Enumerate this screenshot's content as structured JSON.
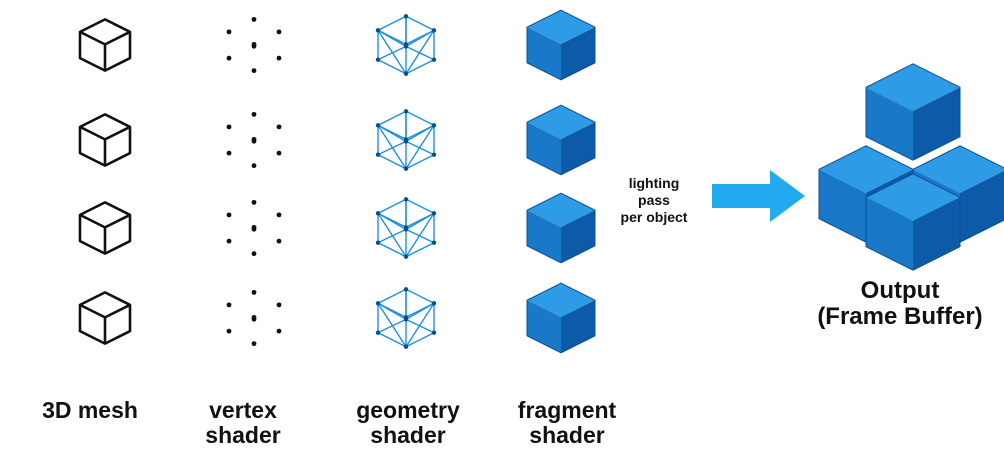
{
  "stages": [
    {
      "key": "mesh",
      "label": "3D mesh"
    },
    {
      "key": "vertex",
      "label": "vertex\nshader"
    },
    {
      "key": "geometry",
      "label": "geometry\nshader"
    },
    {
      "key": "fragment",
      "label": "fragment\nshader"
    }
  ],
  "objects_per_stage": 4,
  "lighting_label": "lighting\npass\nper object",
  "output_label": "Output\n(Frame Buffer)",
  "colors": {
    "cube_top": "#2e9be6",
    "cube_left": "#1a78c8",
    "cube_right": "#0c5aa8",
    "wire_line": "#1e90e0",
    "wire_vertex": "#0a4f8a",
    "arrow": "#22aaf0",
    "outline": "#111111"
  },
  "icons": {
    "mesh": "cube-outline-icon",
    "vertex": "vertex-points-icon",
    "geometry": "wireframe-cube-icon",
    "fragment": "shaded-cube-icon",
    "arrow": "arrow-right-icon",
    "output": "cube-stack-icon"
  }
}
